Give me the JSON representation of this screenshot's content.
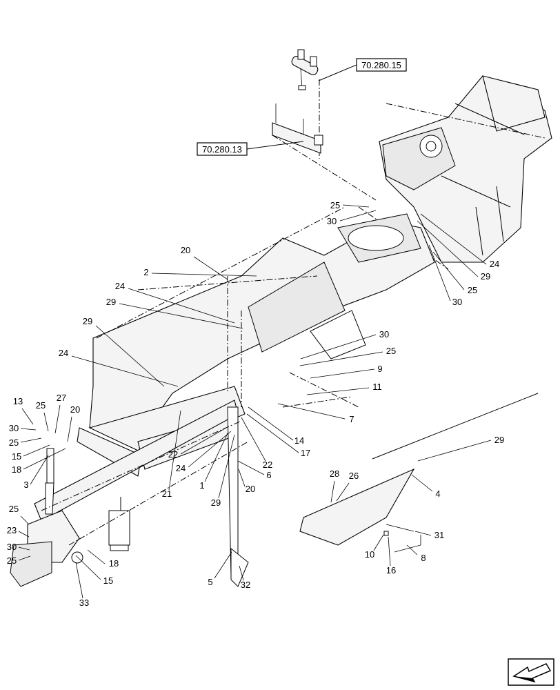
{
  "references": [
    {
      "label": "70.280.15"
    },
    {
      "label": "70.280.13"
    }
  ],
  "callouts": [
    {
      "id": "c25a",
      "label": "25"
    },
    {
      "id": "c30a",
      "label": "30"
    },
    {
      "id": "c24a",
      "label": "24"
    },
    {
      "id": "c29a",
      "label": "29"
    },
    {
      "id": "c25b",
      "label": "25"
    },
    {
      "id": "c30b",
      "label": "30"
    },
    {
      "id": "c20a",
      "label": "20"
    },
    {
      "id": "c2",
      "label": "2"
    },
    {
      "id": "c24b",
      "label": "24"
    },
    {
      "id": "c29b",
      "label": "29"
    },
    {
      "id": "c29c",
      "label": "29"
    },
    {
      "id": "c30c",
      "label": "30"
    },
    {
      "id": "c25c",
      "label": "25"
    },
    {
      "id": "c9",
      "label": "9"
    },
    {
      "id": "c11",
      "label": "11"
    },
    {
      "id": "c24c",
      "label": "24"
    },
    {
      "id": "c13",
      "label": "13"
    },
    {
      "id": "c25d",
      "label": "25"
    },
    {
      "id": "c27",
      "label": "27"
    },
    {
      "id": "c20b",
      "label": "20"
    },
    {
      "id": "c30d",
      "label": "30"
    },
    {
      "id": "c25e",
      "label": "25"
    },
    {
      "id": "c15a",
      "label": "15"
    },
    {
      "id": "c18a",
      "label": "18"
    },
    {
      "id": "c3",
      "label": "3"
    },
    {
      "id": "c7",
      "label": "7"
    },
    {
      "id": "c29d",
      "label": "29"
    },
    {
      "id": "c14",
      "label": "14"
    },
    {
      "id": "c17",
      "label": "17"
    },
    {
      "id": "c22a",
      "label": "22"
    },
    {
      "id": "c22b",
      "label": "22"
    },
    {
      "id": "c24d",
      "label": "24"
    },
    {
      "id": "c6",
      "label": "6"
    },
    {
      "id": "c21",
      "label": "21"
    },
    {
      "id": "c1",
      "label": "1"
    },
    {
      "id": "c20c",
      "label": "20"
    },
    {
      "id": "c29e",
      "label": "29"
    },
    {
      "id": "c28",
      "label": "28"
    },
    {
      "id": "c26",
      "label": "26"
    },
    {
      "id": "c4",
      "label": "4"
    },
    {
      "id": "c25f",
      "label": "25"
    },
    {
      "id": "c23",
      "label": "23"
    },
    {
      "id": "c30e",
      "label": "30"
    },
    {
      "id": "c25g",
      "label": "25"
    },
    {
      "id": "c18b",
      "label": "18"
    },
    {
      "id": "c15b",
      "label": "15"
    },
    {
      "id": "c33",
      "label": "33"
    },
    {
      "id": "c5",
      "label": "5"
    },
    {
      "id": "c32",
      "label": "32"
    },
    {
      "id": "c31",
      "label": "31"
    },
    {
      "id": "c10",
      "label": "10"
    },
    {
      "id": "c16",
      "label": "16"
    },
    {
      "id": "c8",
      "label": "8"
    }
  ],
  "icons": {
    "nav": "next-page-arrow-icon"
  }
}
